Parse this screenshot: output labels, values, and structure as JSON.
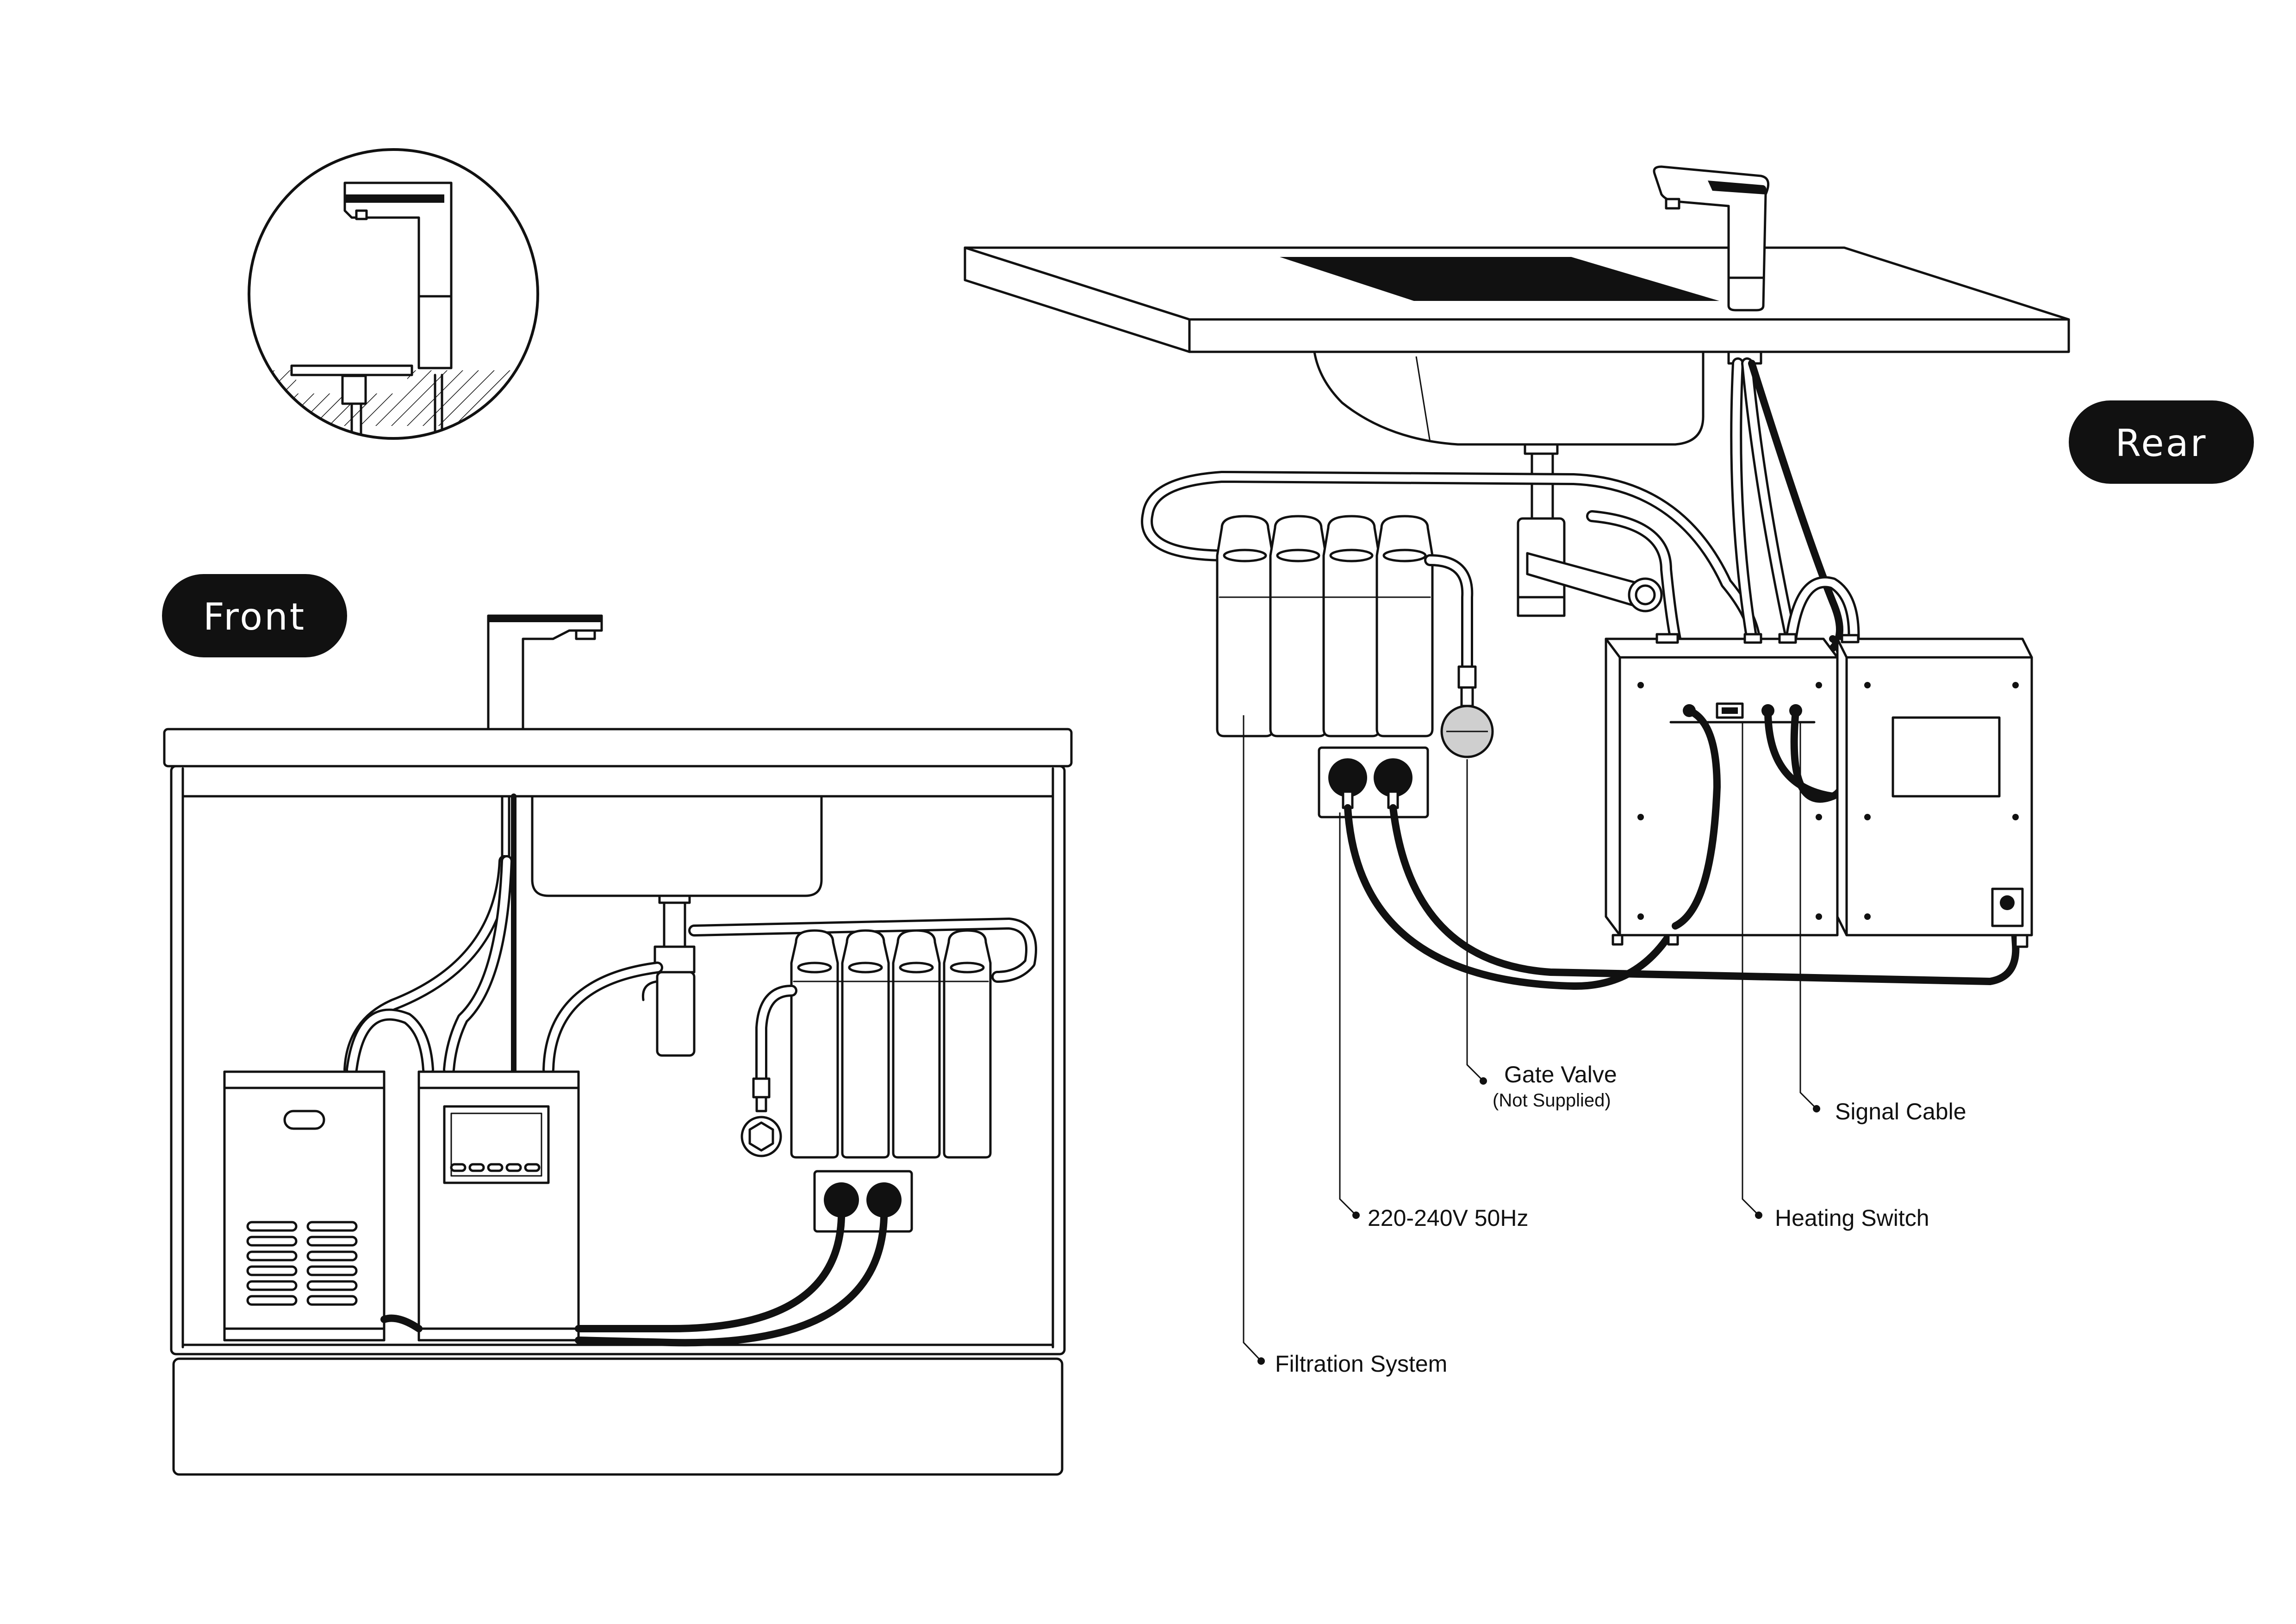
{
  "labels": {
    "front": "Front",
    "rear": "Rear"
  },
  "callouts": {
    "gate_valve": "Gate Valve",
    "gate_valve_note": "(Not Supplied)",
    "signal_cable": "Signal Cable",
    "power": "220-240V 50Hz",
    "heating_switch": "Heating Switch",
    "filtration_system": "Filtration System"
  },
  "colors": {
    "ink": "#111111",
    "paper": "#ffffff"
  }
}
